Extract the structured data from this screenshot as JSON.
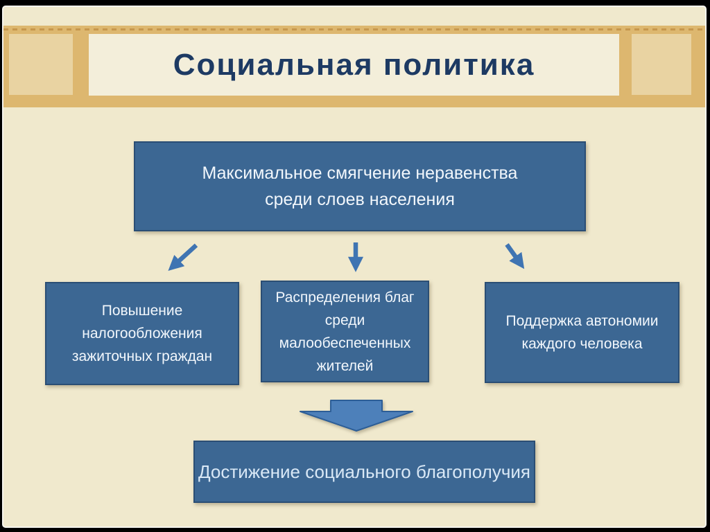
{
  "title": "Социальная политика",
  "top_box": {
    "lines": [
      "Максимальное смягчение неравенства",
      "среди слоев населения"
    ]
  },
  "branches": [
    {
      "lines": [
        "Повышение",
        "налогообложения",
        "зажиточных граждан"
      ]
    },
    {
      "lines": [
        "Распределения благ",
        "среди",
        "малообеспеченных",
        "жителей"
      ]
    },
    {
      "lines": [
        "Поддержка автономии",
        "каждого человека"
      ]
    }
  ],
  "result_box": {
    "lines": [
      "Достижение социального благополучия"
    ]
  },
  "icons": {
    "branch_left": "arrow-down-left-icon",
    "branch_mid": "arrow-down-icon",
    "branch_right": "arrow-down-right-icon",
    "flow": "block-arrow-down-icon"
  },
  "colors": {
    "bg": "#f0e9cd",
    "band": "#ddb76f",
    "band_dash": "#c6974d",
    "panel_side": "#e9d3a2",
    "panel_title": "#f3eeda",
    "title_text": "#1d3a63",
    "box_fill": "#3c6793",
    "box_border": "#2b4e74",
    "box_text": "#f2f7fc",
    "result_text": "#d9e8f6",
    "arrow": "#3f74b2",
    "block_arrow_fill": "#4d80ba",
    "block_arrow_stroke": "#2d5e97"
  }
}
